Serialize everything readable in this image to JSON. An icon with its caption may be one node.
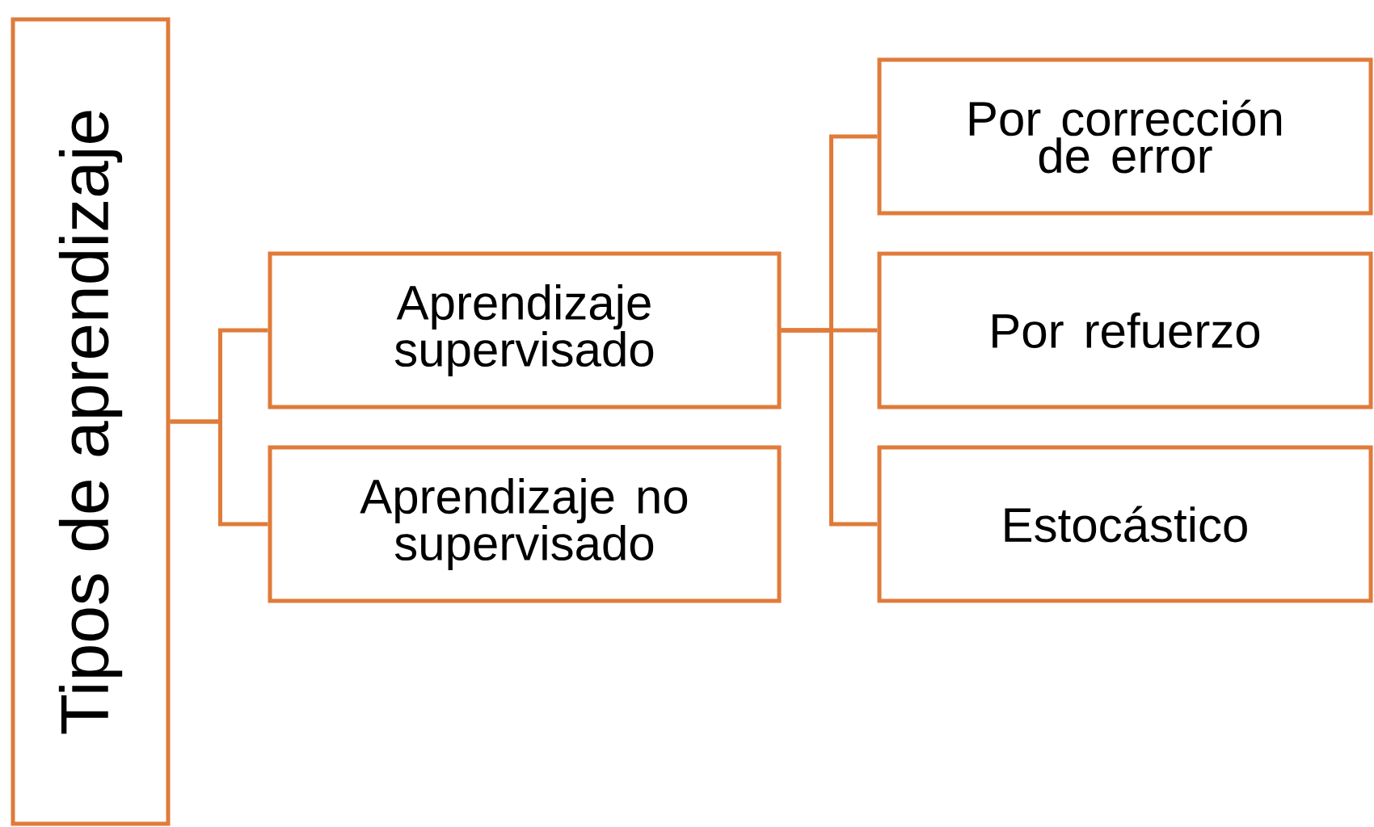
{
  "diagram": {
    "nodes": [
      {
        "text": [
          "Tipos de aprendizaje"
        ]
      },
      {
        "text": [
          "Aprendizaje supervisado"
        ]
      },
      {
        "text": [
          "Aprendizaje no supervisado"
        ]
      },
      {
        "text": [
          "Por corrección de error"
        ]
      },
      {
        "text": [
          "Por refuerzo"
        ]
      },
      {
        "text": [
          "Estocástico"
        ]
      }
    ],
    "edges": [
      {
        "from": 0,
        "to": 1,
        "arrow": "none"
      },
      {
        "from": 0,
        "to": 2,
        "arrow": "none"
      },
      {
        "from": 1,
        "to": 3,
        "arrow": "none"
      },
      {
        "from": 1,
        "to": 4,
        "arrow": "none"
      },
      {
        "from": 1,
        "to": 5,
        "arrow": "none"
      }
    ]
  }
}
